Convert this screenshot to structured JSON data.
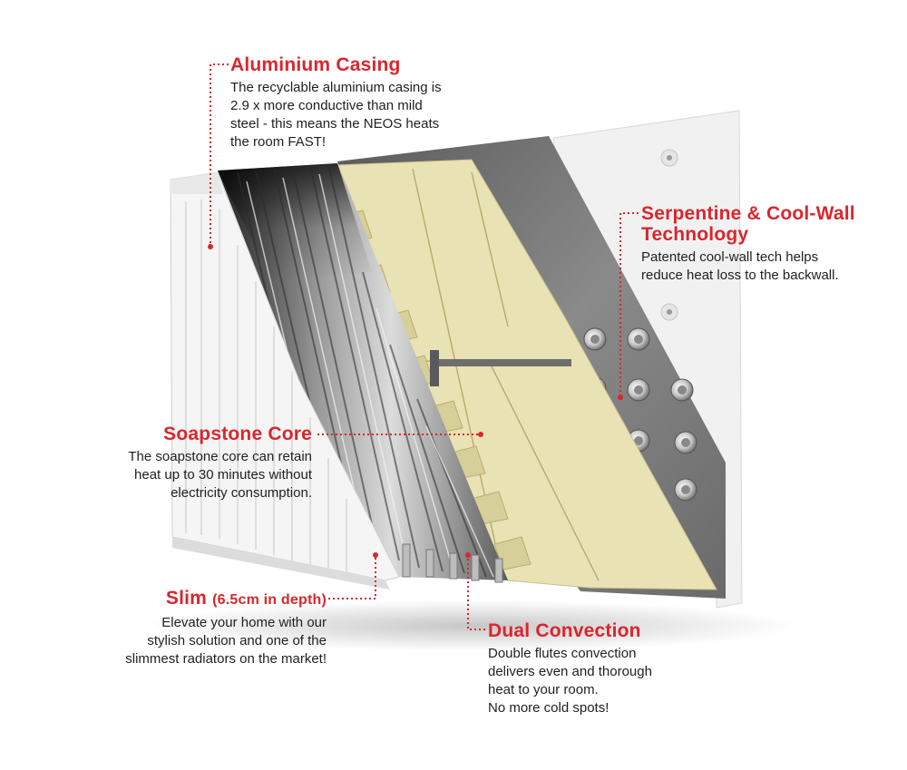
{
  "colors": {
    "accent": "#d9262c",
    "text": "#1f1f1f",
    "insulation": "#e9e2b4",
    "backwall": "#6f6f6f",
    "casing": "#f4f4f4"
  },
  "callouts": {
    "aluminium": {
      "title": "Aluminium Casing",
      "body": [
        "The recyclable aluminium casing is",
        "2.9 x more conductive than mild",
        "steel - this means the NEOS heats",
        "the room FAST!"
      ]
    },
    "serpentine": {
      "title_lines": [
        "Serpentine & Cool-Wall",
        "Technology"
      ],
      "body": [
        "Patented cool-wall tech helps",
        "reduce heat loss to the backwall."
      ]
    },
    "soapstone": {
      "title": "Soapstone Core",
      "body": [
        "The soapstone core can retain",
        "heat up to 30 minutes without",
        "electricity consumption."
      ]
    },
    "slim": {
      "title": "Slim",
      "title_sub": "(6.5cm in depth)",
      "body": [
        "Elevate your home with our",
        "stylish solution and one of the",
        "slimmest radiators on the market!"
      ]
    },
    "dual": {
      "title": "Dual Convection",
      "body": [
        "Double flutes convection",
        "delivers even and thorough",
        "heat to your room.",
        "No more cold spots!"
      ]
    }
  }
}
